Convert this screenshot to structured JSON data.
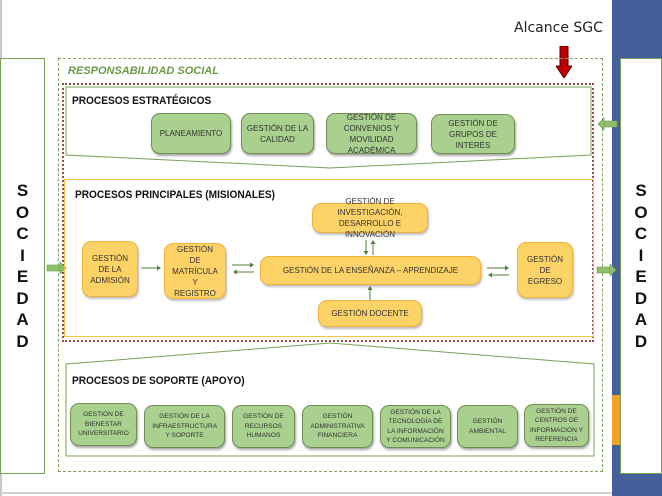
{
  "scope": {
    "label": "Alcance SGC",
    "arrow_icon": "down-arrow-icon"
  },
  "society": {
    "left_letters": [
      "S",
      "O",
      "C",
      "I",
      "E",
      "D",
      "A",
      "D"
    ],
    "right_letters": [
      "S",
      "O",
      "C",
      "I",
      "E",
      "D",
      "A",
      "D"
    ]
  },
  "social_responsibility": {
    "label": "RESPONSABILIDAD SOCIAL"
  },
  "strategic": {
    "title": "PROCESOS ESTRATÉGICOS",
    "nodes": [
      "PLANEAMIENTO",
      "GESTIÓN DE LA CALIDAD",
      "GESTIÓN DE CONVENIOS Y MOVILIDAD ACADÉMICA",
      "GESTIÓN DE GRUPOS DE INTERÉS"
    ]
  },
  "principal": {
    "title": "PROCESOS PRINCIPALES (MISIONALES)",
    "nodes": {
      "admision": "GESTIÓN DE LA ADMISIÓN",
      "matricula": "GESTIÓN DE MATRÍCULA Y REGISTRO",
      "ensenanza": "GESTIÓN DE LA ENSEÑANZA – APRENDIZAJE",
      "investigacion": "GESTIÓN DE INVESTIGACIÓN, DESARROLLO E INNOVACIÓN",
      "docente": "GESTIÓN DOCENTE",
      "egreso": "GESTIÓN DE EGRESO"
    }
  },
  "support": {
    "title": "PROCESOS DE SOPORTE (APOYO)",
    "nodes": [
      "GESTIÓN DE BIENESTAR UNIVERSITARIO",
      "GESTIÓN DE LA INFRAESTRUCTURA Y SOPORTE",
      "GESTIÓN DE RECURSOS HUMANOS",
      "GESTIÓN ADMINISTRATIVA FINANCIERA",
      "GESTIÓN DE LA TECNOLOGÍA DE LA INFORMACIÓN Y COMUNICACIÓN",
      "GESTIÓN AMBIENTAL",
      "GESTIÓN DE CENTROS DE INFORMACIÓN Y REFERENCIA"
    ]
  },
  "colors": {
    "brand_blue": "#44609a",
    "accent_orange": "#f4a12a",
    "strategic_green": "#a9d08e",
    "principal_yellow": "#fdd266",
    "scope_arrow_red": "#c00000",
    "flow_arrow_green": "#4f7f3a"
  }
}
